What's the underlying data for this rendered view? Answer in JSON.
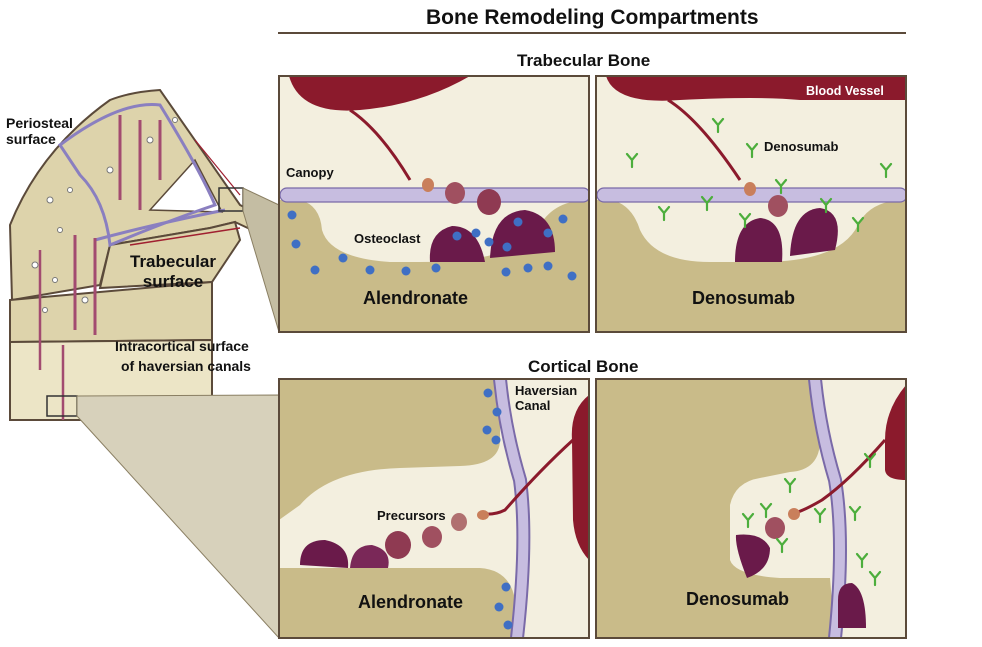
{
  "title": "Bone Remodeling Compartments",
  "left_diagram": {
    "periosteal": "Periosteal\nsurface",
    "trabecular": "Trabecular\nsurface",
    "intracortical_line1": "Intracortical surface",
    "intracortical_line2": "of haversian canals"
  },
  "trabecular_section": {
    "heading": "Trabecular Bone",
    "blood_vessel": "Blood Vessel",
    "canopy": "Canopy",
    "osteoclast": "Osteoclast",
    "denosumab_label": "Denosumab",
    "panel_left_drug": "Alendronate",
    "panel_right_drug": "Denosumab"
  },
  "cortical_section": {
    "heading": "Cortical Bone",
    "haversian_canal": "Haversian\nCanal",
    "precursors": "Precursors",
    "panel_left_drug": "Alendronate",
    "panel_right_drug": "Denosumab"
  },
  "colors": {
    "bone": "#c9bb89",
    "marrow": "#f3efdf",
    "vessel": "#8b1a2c",
    "osteoclast": "#6a1a4a",
    "precursor": "#a05060",
    "canopy": "#c7bde0",
    "alendronate_dot": "#3f6fc4",
    "antibody": "#4cae3c",
    "frame": "#5b4a3a"
  },
  "icons": [
    "alendronate-molecule-icon",
    "denosumab-antibody-icon"
  ]
}
